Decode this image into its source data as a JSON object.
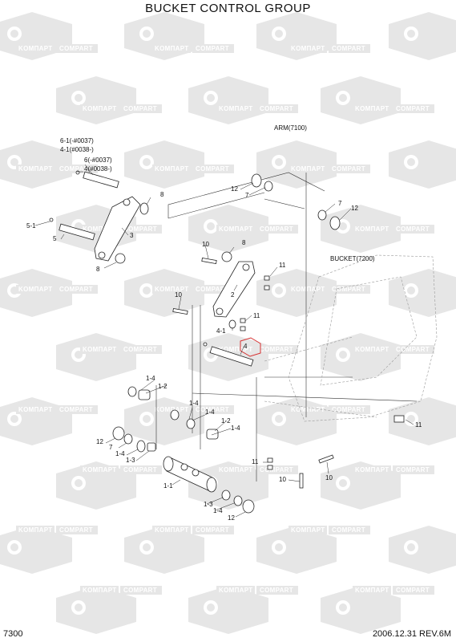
{
  "title": "BUCKET CONTROL GROUP",
  "page_code": "7300",
  "footer": "2006.12.31  REV.6M",
  "watermark": {
    "mark_a": "KOMПАРТ",
    "mark_b": "COMPART"
  },
  "labels": {
    "arm": "ARM(7100)",
    "bucket": "BUCKET(7200)",
    "p6_1": "6-1(-#0037)",
    "p4_1_range": "4-1(#0038-)",
    "p6": "6(-#0037)",
    "p4_range": "4(#0038-)",
    "p5_1": "5-1",
    "p5": "5",
    "p3": "3",
    "p8_top": "8",
    "p8_left": "8",
    "p8_mid": "8",
    "p12_top": "12",
    "p7_top": "7",
    "p7_right": "7",
    "p12_right": "12",
    "p10_a": "10",
    "p11_a": "11",
    "p2": "2",
    "p10_b": "10",
    "p11_b": "11",
    "p4_1": "4-1",
    "p4": "4",
    "p1_4_a": "1-4",
    "p1_2_a": "1-2",
    "p1_4_b": "1-4",
    "p1_4_c": "1-4",
    "p1_2_b": "1-2",
    "p1_4_d": "1-4",
    "p12_l": "12",
    "p7_l": "7",
    "p1_4_e": "1-4",
    "p1_3_a": "1-3",
    "p1_1": "1-1",
    "p1_3_b": "1-3",
    "p1_4_f": "1-4",
    "p12_bottom": "12",
    "p11_c": "11",
    "p10_c": "10",
    "p10_d": "10",
    "p11_d": "11"
  },
  "colors": {
    "watermark": "#e6e6e6",
    "highlight": "#d63030",
    "line": "#222222"
  }
}
